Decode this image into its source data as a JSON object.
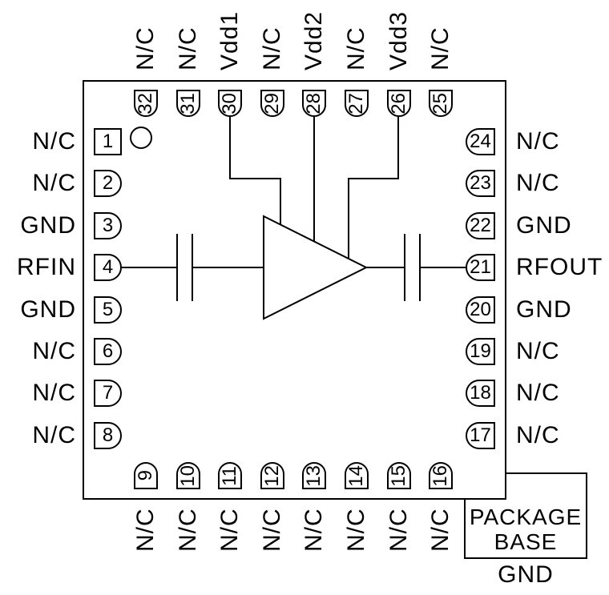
{
  "package": {
    "pins": {
      "top": [
        {
          "number": "32",
          "label": "N/C"
        },
        {
          "number": "31",
          "label": "N/C"
        },
        {
          "number": "30",
          "label": "Vdd1"
        },
        {
          "number": "29",
          "label": "N/C"
        },
        {
          "number": "28",
          "label": "Vdd2"
        },
        {
          "number": "27",
          "label": "N/C"
        },
        {
          "number": "26",
          "label": "Vdd3"
        },
        {
          "number": "25",
          "label": "N/C"
        }
      ],
      "left": [
        {
          "number": "1",
          "label": "N/C"
        },
        {
          "number": "2",
          "label": "N/C"
        },
        {
          "number": "3",
          "label": "GND"
        },
        {
          "number": "4",
          "label": "RFIN"
        },
        {
          "number": "5",
          "label": "GND"
        },
        {
          "number": "6",
          "label": "N/C"
        },
        {
          "number": "7",
          "label": "N/C"
        },
        {
          "number": "8",
          "label": "N/C"
        }
      ],
      "right": [
        {
          "number": "24",
          "label": "N/C"
        },
        {
          "number": "23",
          "label": "N/C"
        },
        {
          "number": "22",
          "label": "GND"
        },
        {
          "number": "21",
          "label": "RFOUT"
        },
        {
          "number": "20",
          "label": "GND"
        },
        {
          "number": "19",
          "label": "N/C"
        },
        {
          "number": "18",
          "label": "N/C"
        },
        {
          "number": "17",
          "label": "N/C"
        }
      ],
      "bottom": [
        {
          "number": "9",
          "label": "N/C"
        },
        {
          "number": "10",
          "label": "N/C"
        },
        {
          "number": "11",
          "label": "N/C"
        },
        {
          "number": "12",
          "label": "N/C"
        },
        {
          "number": "13",
          "label": "N/C"
        },
        {
          "number": "14",
          "label": "N/C"
        },
        {
          "number": "15",
          "label": "N/C"
        },
        {
          "number": "16",
          "label": "N/C"
        }
      ]
    },
    "package_base": {
      "line1": "PACKAGE",
      "line2": "BASE",
      "ground_label": "GND"
    },
    "colors": {
      "stroke": "#000000",
      "background": "#ffffff"
    }
  }
}
